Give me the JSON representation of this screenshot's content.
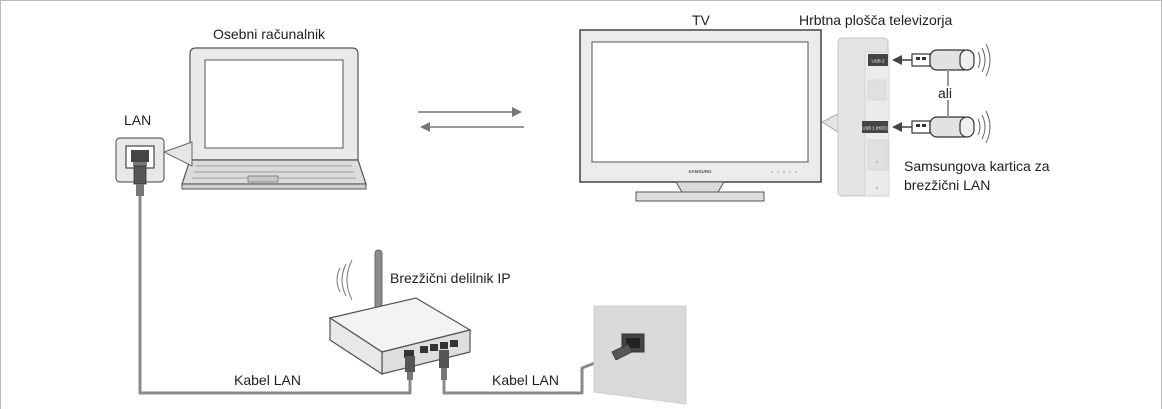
{
  "labels": {
    "pc": "Osebni računalnik",
    "tv": "TV",
    "tv_back": "Hrbtna plošča televizorja",
    "lan": "LAN",
    "or": "ali",
    "wireless_card_line1": "Samsungova kartica za",
    "wireless_card_line2": "brezžični LAN",
    "router": "Brezžični delilnik IP",
    "cable_left": "Kabel LAN",
    "cable_right": "Kabel LAN"
  },
  "tv_panel": {
    "brand": "SAMSUNG",
    "port_usb2": "USB 2",
    "port_usb1": "USB 1 (HDD)"
  }
}
